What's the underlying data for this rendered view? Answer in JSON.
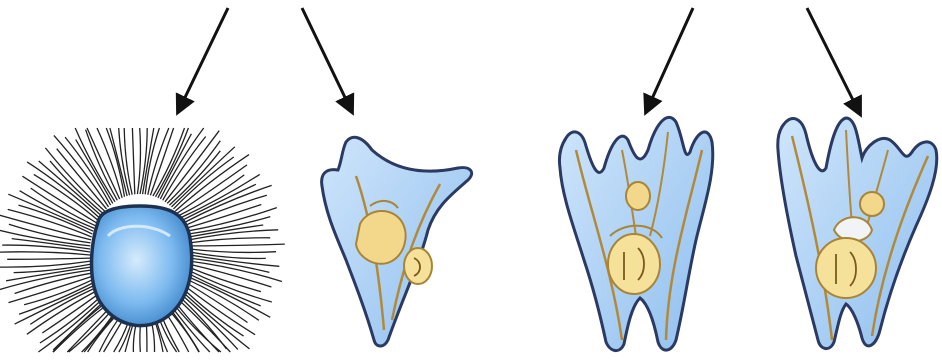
{
  "figure": {
    "stages": [
      {
        "id": "stage-1",
        "icon": "ciliated-sphere-larva-icon"
      },
      {
        "id": "stage-2",
        "icon": "early-branched-larva-icon"
      },
      {
        "id": "stage-3",
        "icon": "four-arm-larva-icon"
      },
      {
        "id": "stage-4",
        "icon": "mature-arm-larva-icon"
      }
    ],
    "colors": {
      "outline": "#2a3a63",
      "body_fill": "#a9cdf0",
      "body_light": "#d8eafc",
      "sphere_fill": "#5aa7e6",
      "gut_fill": "#f3d88b",
      "gut_stroke": "#a88536",
      "arrow": "#111111",
      "cilia": "#222222"
    }
  }
}
